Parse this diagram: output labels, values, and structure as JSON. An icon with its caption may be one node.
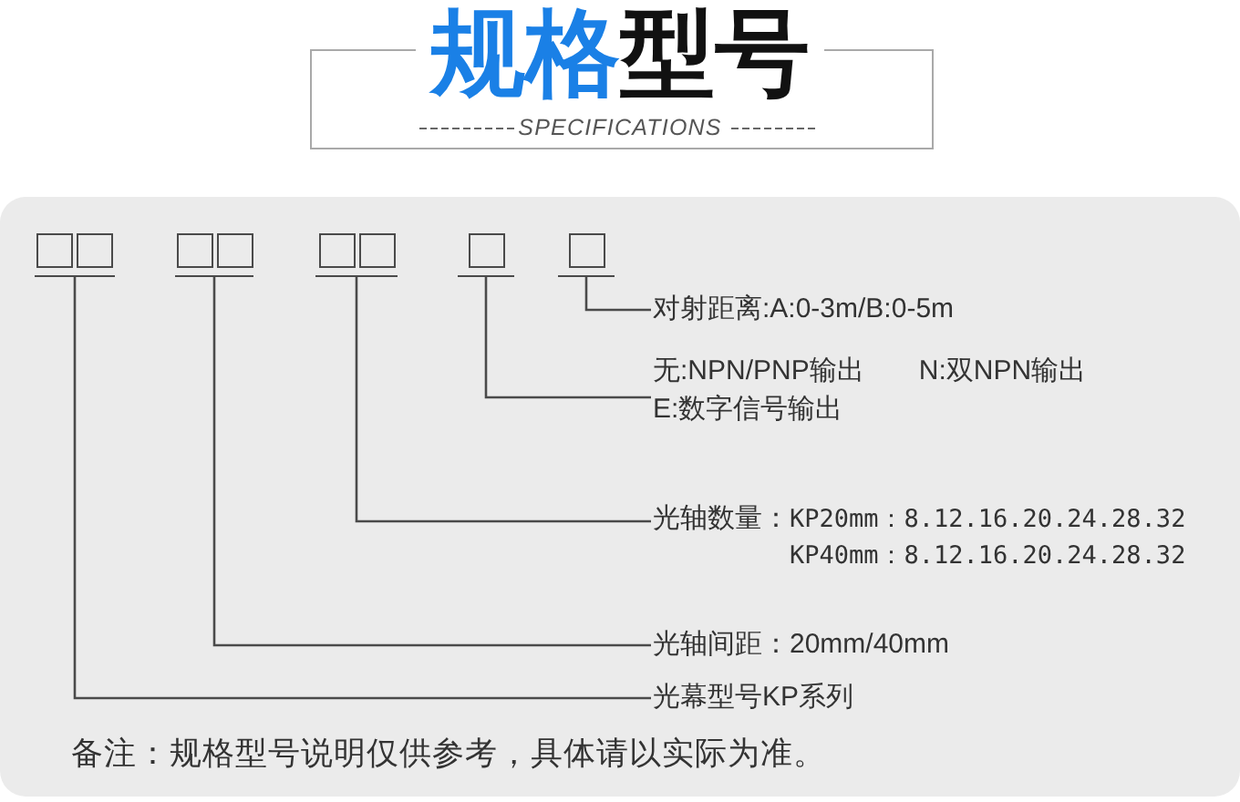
{
  "diagram": {
    "title": "规格型号",
    "nodes": [
      {
        "text": [],
        "shape": "box"
      },
      {
        "text": [],
        "shape": "box"
      },
      {
        "text": [],
        "shape": "box"
      },
      {
        "text": [],
        "shape": "box"
      },
      {
        "text": [],
        "shape": "box"
      },
      {
        "text": [
          "对射距离:A:0-3m/B:0-5m"
        ]
      },
      {
        "text": [
          "无:NPN/PNP输出",
          "N:双NPN输出",
          "E:数字信号输出"
        ]
      },
      {
        "text": [
          "光轴数量：",
          "KP20mm：8.12.16.20.24.28.32",
          "KP40mm：8.12.16.20.24.28.32"
        ]
      },
      {
        "text": [
          "光轴间距：20mm/40mm"
        ]
      },
      {
        "text": [
          "光幕型号KP系列"
        ]
      }
    ],
    "edges": [
      {
        "from": 4,
        "to": 5,
        "arrow": "none"
      },
      {
        "from": 3,
        "to": 6,
        "arrow": "none"
      },
      {
        "from": 2,
        "to": 7,
        "arrow": "none"
      },
      {
        "from": 1,
        "to": 8,
        "arrow": "none"
      },
      {
        "from": 0,
        "to": 9,
        "arrow": "none"
      }
    ],
    "labels": [
      "SPECIFICATIONS",
      "备注：规格型号说明仅供参考，具体请以实际为准。"
    ]
  }
}
